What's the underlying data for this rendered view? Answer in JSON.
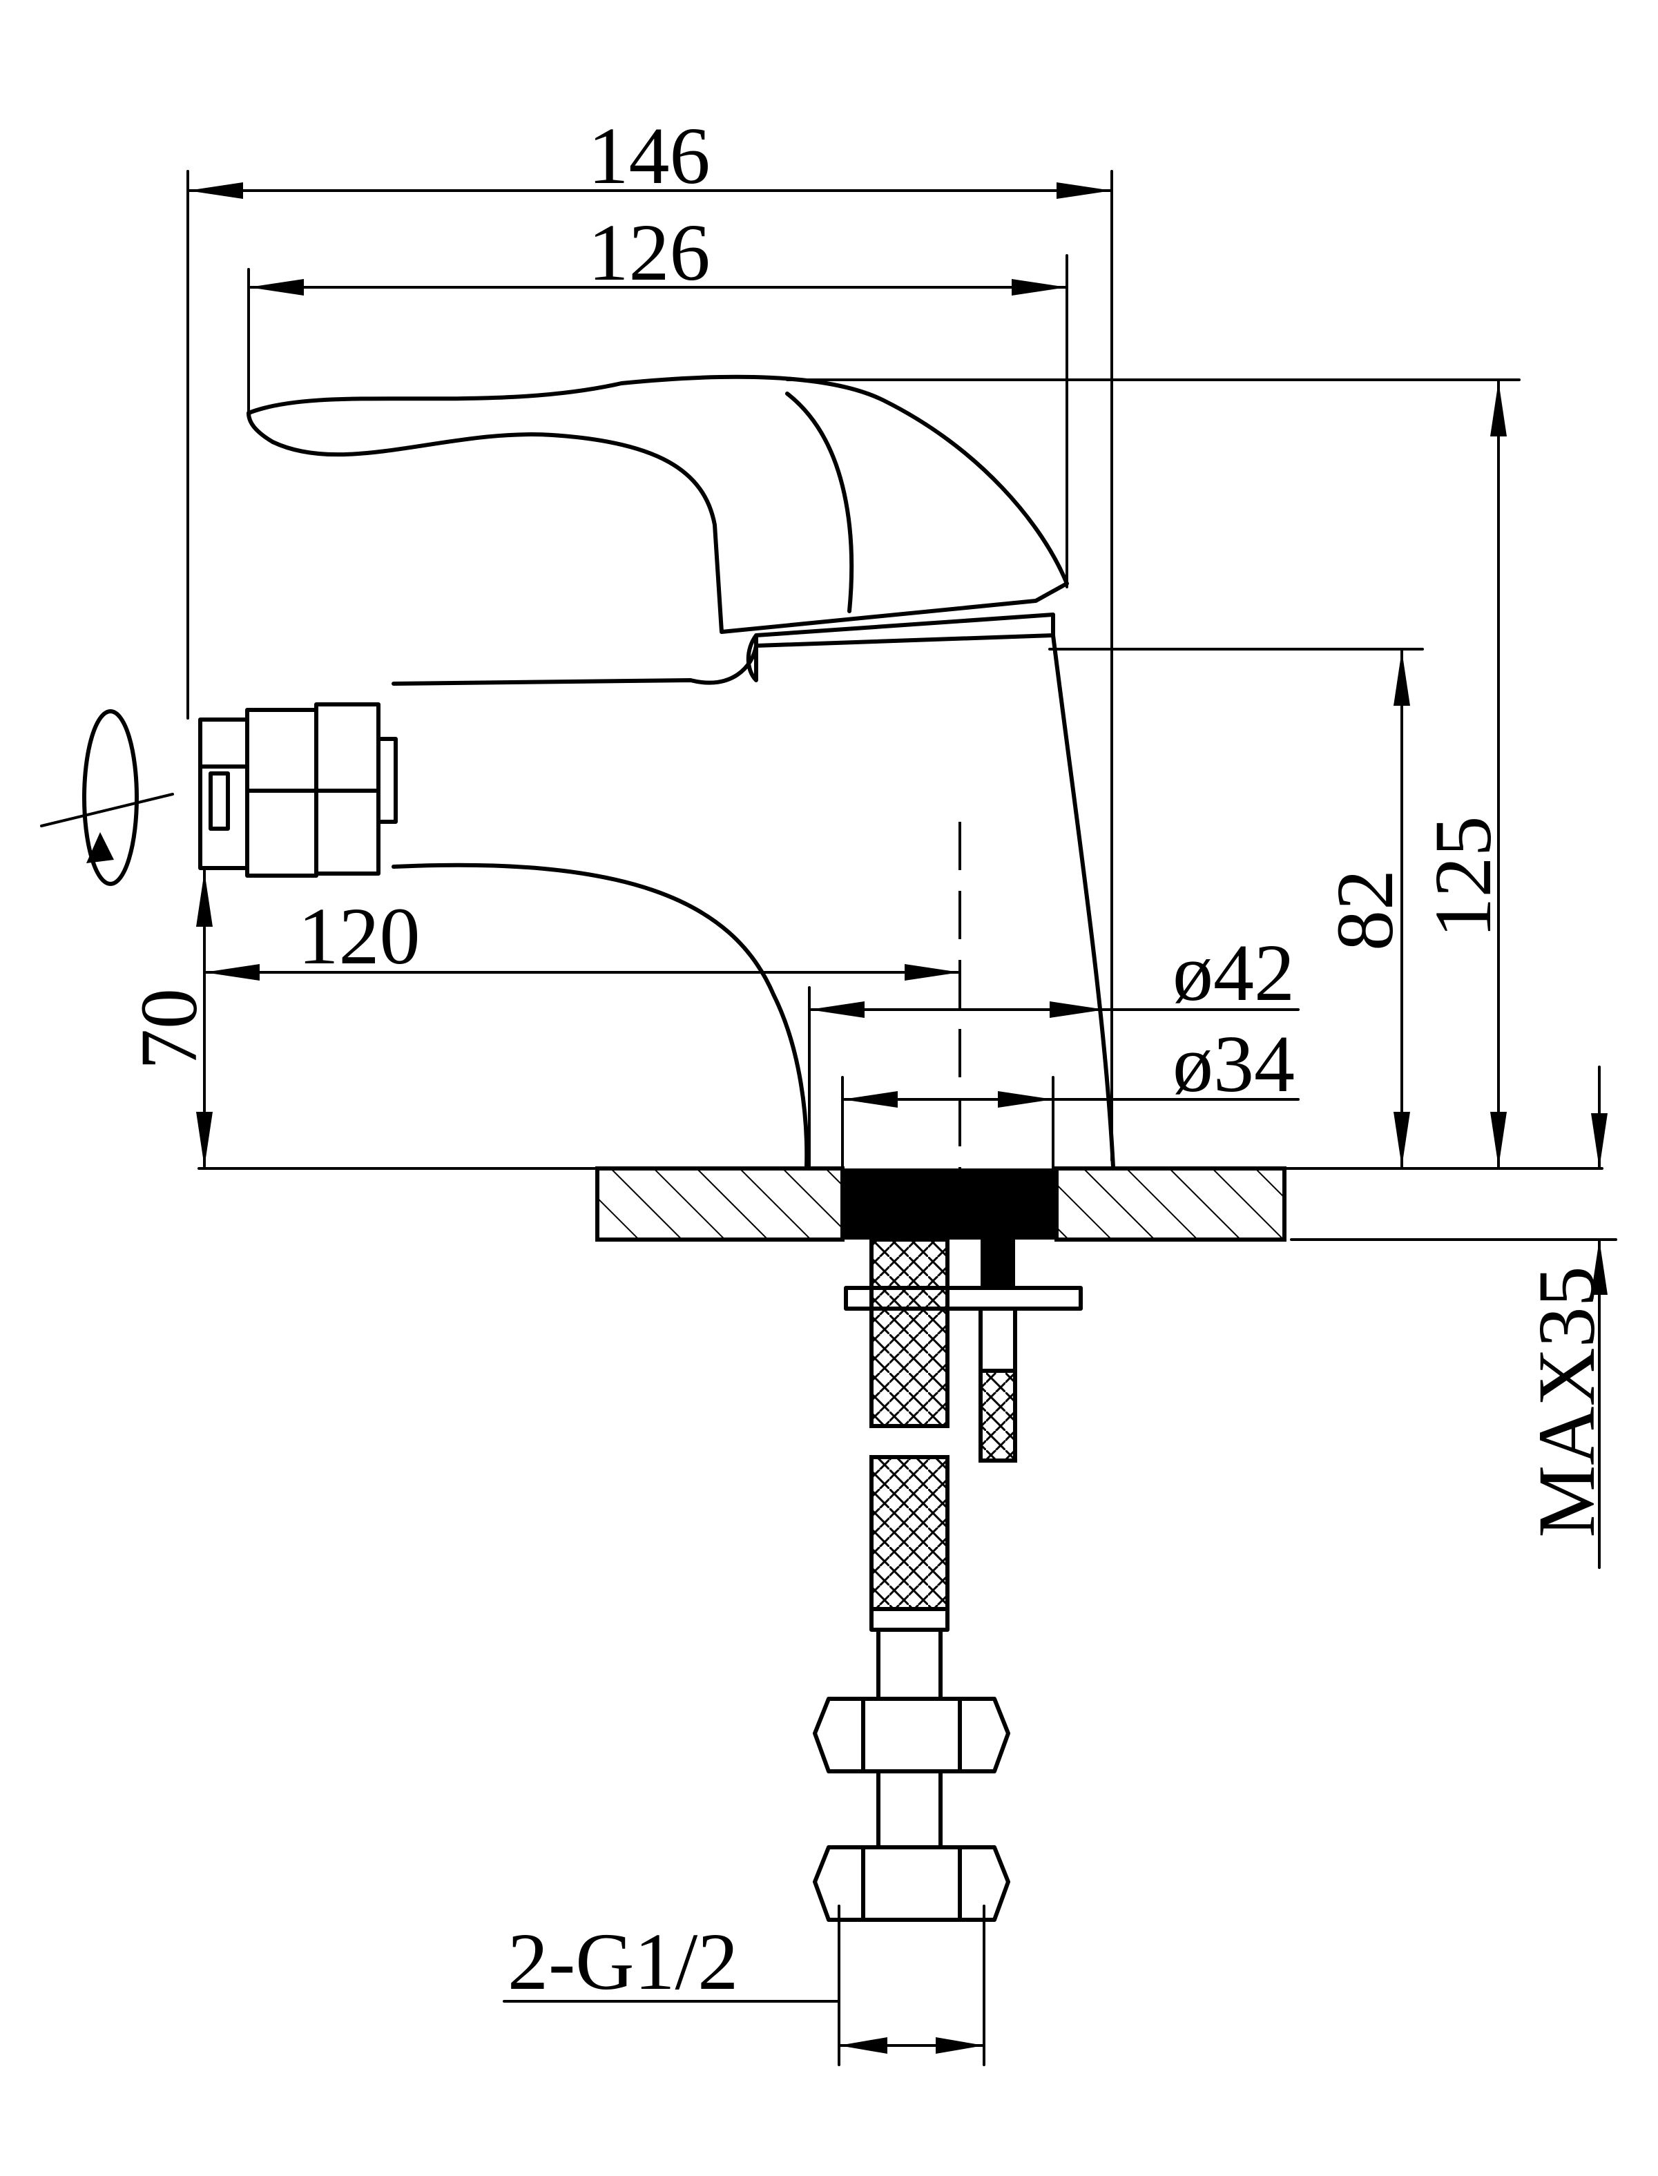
{
  "dimensions": {
    "overall_width": "146",
    "handle_width": "126",
    "total_height": "125",
    "body_height": "82",
    "spout_reach": "120",
    "spout_height": "70",
    "base_diameter": "ø42",
    "hole_diameter": "ø34",
    "max_deck_thickness": "MAX35",
    "connection": "2-G1/2"
  },
  "colors": {
    "line": "#000000",
    "background": "#ffffff"
  }
}
